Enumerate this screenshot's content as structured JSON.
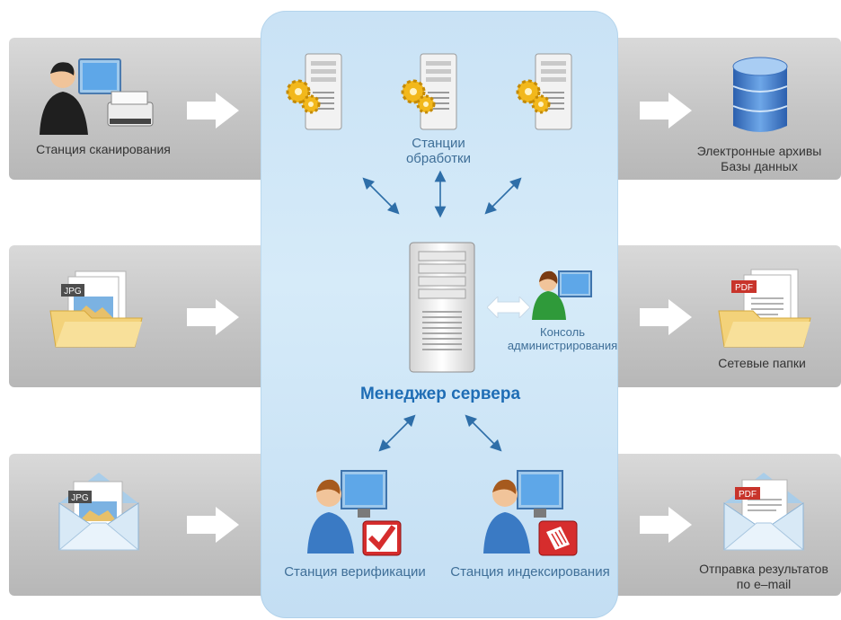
{
  "diagram": {
    "left": {
      "scan_station": "Станция сканирования"
    },
    "processing": {
      "label": "Станции\nобработки"
    },
    "server": {
      "label": "Менеджер сервера"
    },
    "console": {
      "label": "Консоль\nадминистрирования"
    },
    "verification": {
      "label": "Станция верификации"
    },
    "indexing": {
      "label": "Станция индексирования"
    },
    "right": {
      "archives": "Электронные архивы\nБазы данных",
      "network_folders": "Сетевые папки",
      "email_results": "Отправка результатов\nпо e–mail"
    },
    "file_tags": {
      "jpg": "JPG",
      "pdf": "PDF"
    }
  },
  "colors": {
    "band": "#c6c6c6",
    "panel": "#d0e7f8",
    "accent_blue": "#1f6db5",
    "arrow_blue": "#2e6ea8"
  }
}
